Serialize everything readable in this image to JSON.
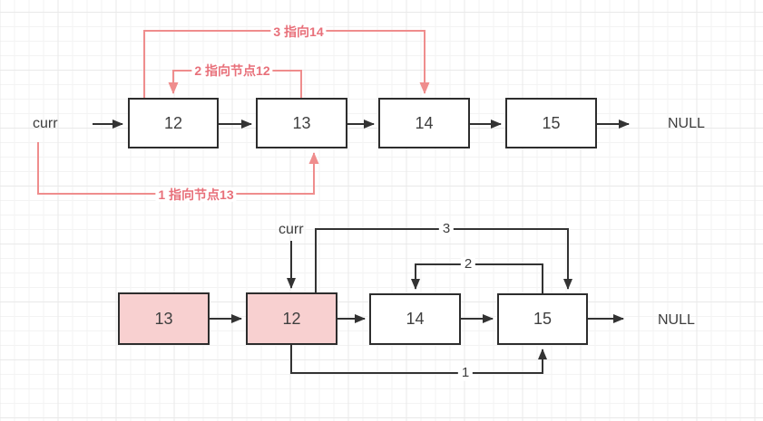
{
  "colors": {
    "node_border": "#2d2d2d",
    "node_fill": "#ffffff",
    "node_fill_highlight": "#f8d0d0",
    "wire_black": "#333333",
    "wire_red": "#ef8d8d",
    "annotation_red_text": "#e8707a",
    "text_dark": "#3d3d3d",
    "grid_minor": "#f3f3f3",
    "grid_major": "#e9e9e9"
  },
  "diagram_top": {
    "curr_label": "curr",
    "null_label": "NULL",
    "nodes": [
      {
        "value": "12",
        "highlight": false
      },
      {
        "value": "13",
        "highlight": false
      },
      {
        "value": "14",
        "highlight": false
      },
      {
        "value": "15",
        "highlight": false
      }
    ],
    "annotations": [
      {
        "step": "3",
        "text": "3 指向14",
        "from": "12",
        "to": "14"
      },
      {
        "step": "2",
        "text": "2 指向节点12",
        "from": "13",
        "to": "12"
      },
      {
        "step": "1",
        "text": "1 指向节点13",
        "from": "curr",
        "to": "13"
      }
    ]
  },
  "diagram_bottom": {
    "curr_label": "curr",
    "null_label": "NULL",
    "nodes": [
      {
        "value": "13",
        "highlight": true
      },
      {
        "value": "12",
        "highlight": true
      },
      {
        "value": "14",
        "highlight": false
      },
      {
        "value": "15",
        "highlight": false
      }
    ],
    "step_labels": [
      {
        "step": "3",
        "from": "12",
        "to": "15"
      },
      {
        "step": "2",
        "from": "15",
        "to": "14"
      },
      {
        "step": "1",
        "from": "12",
        "to": "15"
      }
    ]
  }
}
